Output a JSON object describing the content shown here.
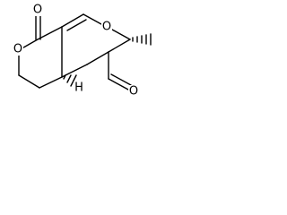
{
  "structure": {
    "atoms": {
      "carbonyl_oxygen": "O",
      "lactone_oxygen": "O",
      "pyran_oxygen": "O",
      "aldehyde_oxygen": "O",
      "stereo_hydrogen": "H"
    }
  },
  "colors": {
    "bond": "#000000",
    "background": "#ffffff"
  }
}
